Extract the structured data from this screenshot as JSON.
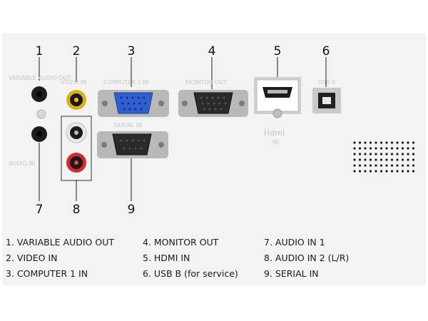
{
  "callouts": [
    "1",
    "2",
    "3",
    "4",
    "5",
    "6",
    "7",
    "8",
    "9"
  ],
  "panel_labels": {
    "variable_audio_out": "VARIABLE AUDIO OUT",
    "video_in": "VIDEO IN",
    "computer_in": "COMPUTER 1 IN",
    "monitor_out": "MONITOR OUT",
    "usb": "USB B",
    "serial_in": "SERIAL IN",
    "hdmi_logo": "Hdmi",
    "hdmi_in": "IN",
    "audio_in": "AUDIO IN"
  },
  "legend": [
    "1. VARIABLE AUDIO OUT",
    "2. VIDEO IN",
    "3. COMPUTER 1 IN",
    "4. MONITOR OUT",
    "5. HDMI IN",
    "6. USB B (for service)",
    "7. AUDIO IN 1",
    "8. AUDIO IN 2 (L/R)",
    "9. SERIAL IN"
  ],
  "colors": {
    "vga_blue": "#2f5fd0",
    "rca_yellow": "#e8c520",
    "rca_red": "#d42a2a",
    "rca_white": "#f4f4f4"
  }
}
